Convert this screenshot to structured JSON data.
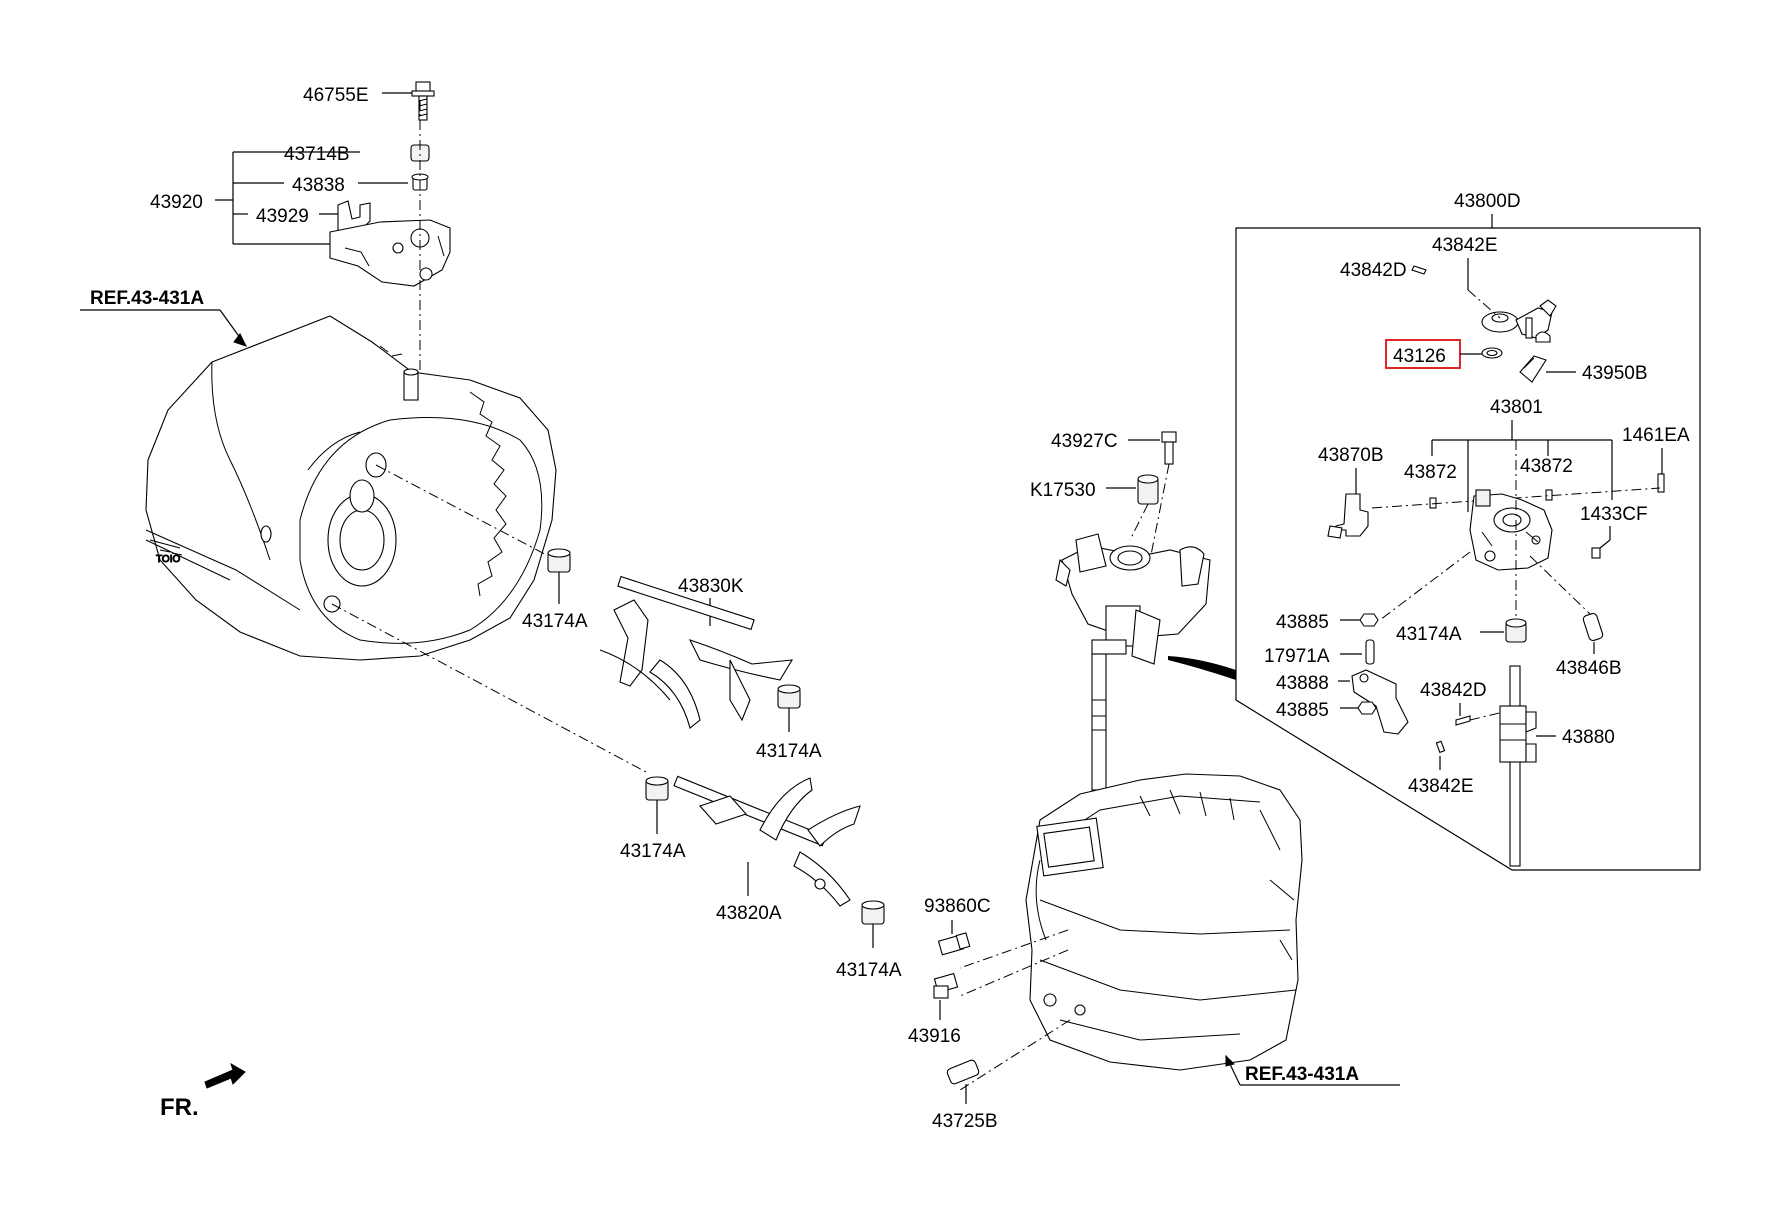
{
  "labels": {
    "p46755E": "46755E",
    "p43714B": "43714B",
    "p43838": "43838",
    "p43920": "43920",
    "p43929": "43929",
    "ref_left": "REF.43-431A",
    "ref_right": "REF.43-431A",
    "p43174A_1": "43174A",
    "p43830K": "43830K",
    "p43174A_2": "43174A",
    "p43174A_3": "43174A",
    "p43820A": "43820A",
    "p43174A_4": "43174A",
    "fr": "FR.",
    "p43927C": "43927C",
    "pK17530": "K17530",
    "p93860C": "93860C",
    "p43916": "43916",
    "p43725B": "43725B",
    "p43800D": "43800D",
    "p43842E_top": "43842E",
    "p43842D_top": "43842D",
    "p43126": "43126",
    "p43950B": "43950B",
    "p43801": "43801",
    "p1461EA": "1461EA",
    "p43870B": "43870B",
    "p43872_l": "43872",
    "p43872_r": "43872",
    "p1433CF": "1433CF",
    "p43885_1": "43885",
    "p43174A_5": "43174A",
    "p17971A": "17971A",
    "p43846B": "43846B",
    "p43888": "43888",
    "p43842D_bot": "43842D",
    "p43885_2": "43885",
    "p43880": "43880",
    "p43842E_bot": "43842E"
  },
  "highlight_color": "#e0242a"
}
